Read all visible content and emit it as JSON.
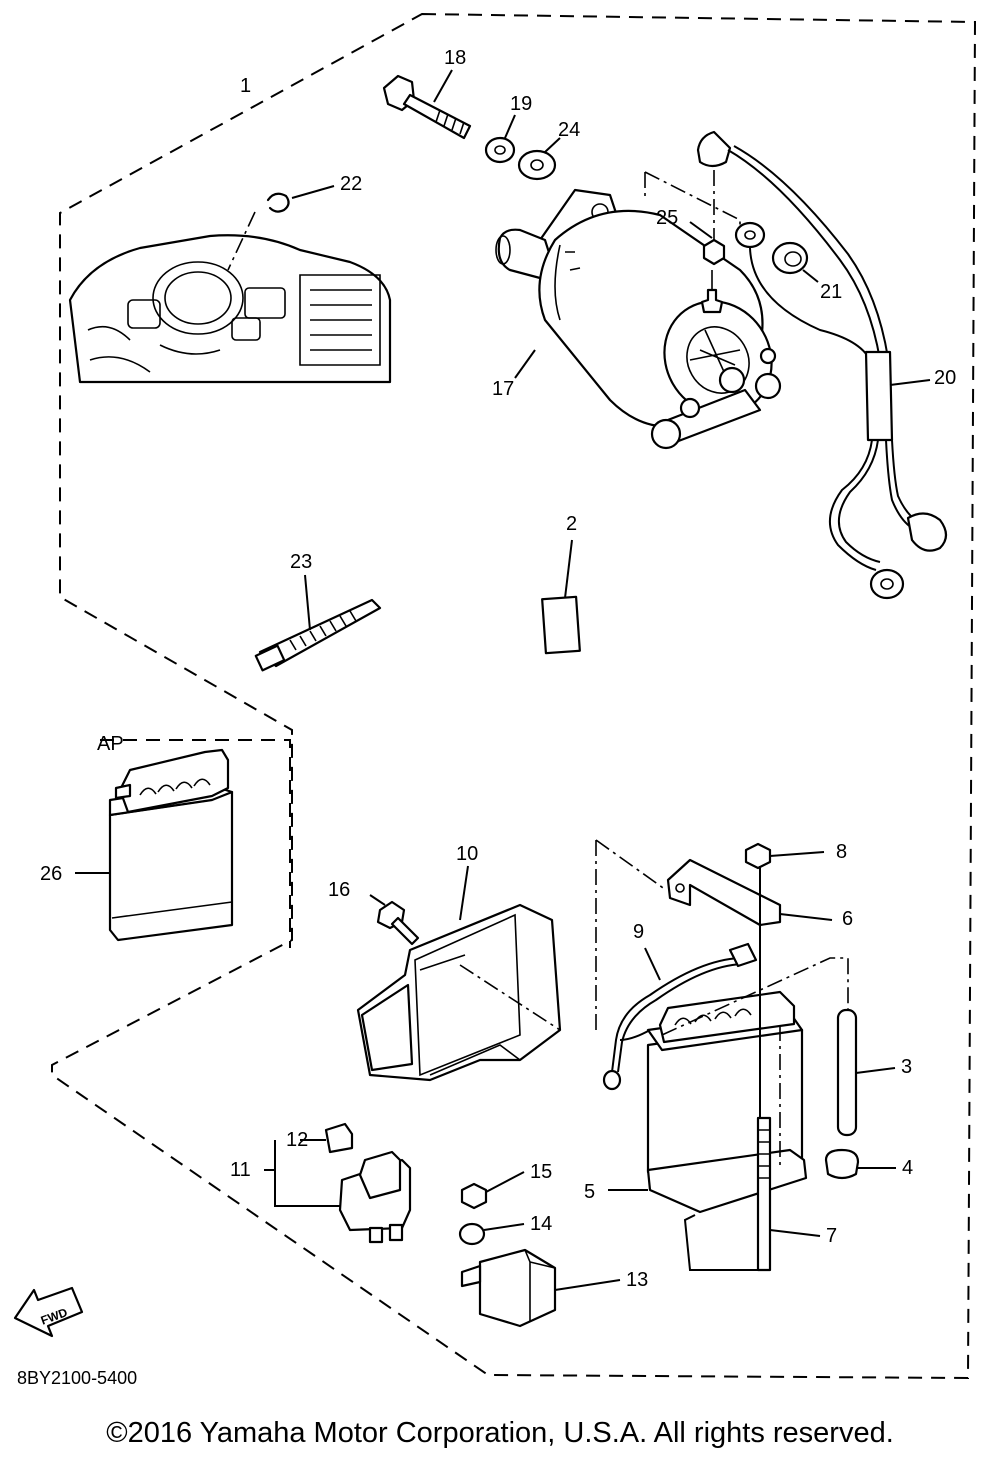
{
  "labels": {
    "p1": "1",
    "p2": "2",
    "p3": "3",
    "p4": "4",
    "p5": "5",
    "p6": "6",
    "p7": "7",
    "p8": "8",
    "p9": "9",
    "p10": "10",
    "p11": "11",
    "p12": "12",
    "p13": "13",
    "p14": "14",
    "p15": "15",
    "p16": "16",
    "p17": "17",
    "p18": "18",
    "p19": "19",
    "p20": "20",
    "p21": "21",
    "p22": "22",
    "p23": "23",
    "p24": "24",
    "p25": "25",
    "p26": "26",
    "ap": "AP"
  },
  "fwd_arrow": "FWD",
  "diagram_code": "8BY2100-5400",
  "copyright": "©2016 Yamaha Motor Corporation, U.S.A. All rights reserved."
}
